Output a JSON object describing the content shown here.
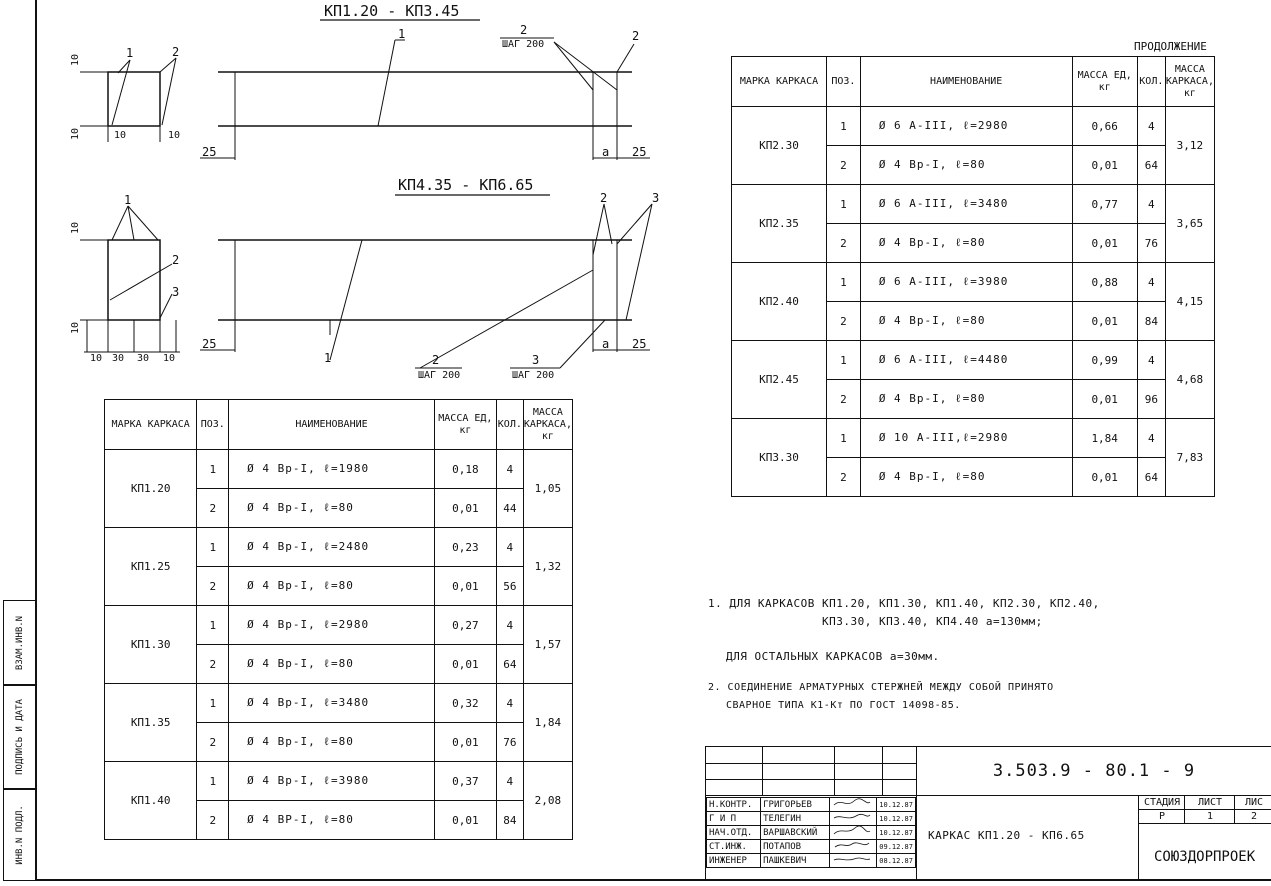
{
  "drawing": {
    "title_top": "КП1.20 - КП3.45",
    "title_mid": "КП4.35 - КП6.65",
    "pos_1": "1",
    "pos_2": "2",
    "pos_3": "3",
    "step_label": "ШАГ 200",
    "dim_10": "10",
    "dim_25": "25",
    "dim_30": "30",
    "dim_a": "a"
  },
  "table_left": {
    "headers": [
      "МАРКА КАРКАСА",
      "ПОЗ.",
      "НАИМЕНОВАНИЕ",
      "МАССА ЕД, кг",
      "КОЛ.",
      "МАССА КАРКАСА, кг"
    ],
    "groups": [
      {
        "mark": "КП1.20",
        "mass": "1,05",
        "rows": [
          {
            "pos": "1",
            "name": "Ø 4 Вр-I, ℓ=1980",
            "unit": "0,18",
            "qty": "4"
          },
          {
            "pos": "2",
            "name": "Ø 4 Вр-I, ℓ=80",
            "unit": "0,01",
            "qty": "44"
          }
        ]
      },
      {
        "mark": "КП1.25",
        "mass": "1,32",
        "rows": [
          {
            "pos": "1",
            "name": "Ø 4 Вр-I, ℓ=2480",
            "unit": "0,23",
            "qty": "4"
          },
          {
            "pos": "2",
            "name": "Ø 4 Вр-I, ℓ=80",
            "unit": "0,01",
            "qty": "56"
          }
        ]
      },
      {
        "mark": "КП1.30",
        "mass": "1,57",
        "rows": [
          {
            "pos": "1",
            "name": "Ø 4 Вр-I, ℓ=2980",
            "unit": "0,27",
            "qty": "4"
          },
          {
            "pos": "2",
            "name": "Ø 4 Вр-I, ℓ=80",
            "unit": "0,01",
            "qty": "64"
          }
        ]
      },
      {
        "mark": "КП1.35",
        "mass": "1,84",
        "rows": [
          {
            "pos": "1",
            "name": "Ø 4 Вр-I, ℓ=3480",
            "unit": "0,32",
            "qty": "4"
          },
          {
            "pos": "2",
            "name": "Ø 4 Вр-I, ℓ=80",
            "unit": "0,01",
            "qty": "76"
          }
        ]
      },
      {
        "mark": "КП1.40",
        "mass": "2,08",
        "rows": [
          {
            "pos": "1",
            "name": "Ø 4 Вр-I, ℓ=3980",
            "unit": "0,37",
            "qty": "4"
          },
          {
            "pos": "2",
            "name": "Ø 4 ВР-I, ℓ=80",
            "unit": "0,01",
            "qty": "84"
          }
        ]
      }
    ]
  },
  "table_right": {
    "continuation": "ПРОДОЛЖЕНИЕ",
    "headers": [
      "МАРКА КАРКАСА",
      "ПОЗ.",
      "НАИМЕНОВАНИЕ",
      "МАССА ЕД, кг",
      "КОЛ.",
      "МАССА КАРКАСА, кг"
    ],
    "groups": [
      {
        "mark": "КП2.30",
        "mass": "3,12",
        "rows": [
          {
            "pos": "1",
            "name": "Ø 6 А-III, ℓ=2980",
            "unit": "0,66",
            "qty": "4"
          },
          {
            "pos": "2",
            "name": "Ø 4 Вр-I, ℓ=80",
            "unit": "0,01",
            "qty": "64"
          }
        ]
      },
      {
        "mark": "КП2.35",
        "mass": "3,65",
        "rows": [
          {
            "pos": "1",
            "name": "Ø 6 А-III, ℓ=3480",
            "unit": "0,77",
            "qty": "4"
          },
          {
            "pos": "2",
            "name": "Ø 4 Вр-I, ℓ=80",
            "unit": "0,01",
            "qty": "76"
          }
        ]
      },
      {
        "mark": "КП2.40",
        "mass": "4,15",
        "rows": [
          {
            "pos": "1",
            "name": "Ø 6 А-III, ℓ=3980",
            "unit": "0,88",
            "qty": "4"
          },
          {
            "pos": "2",
            "name": "Ø 4 Вр-I, ℓ=80",
            "unit": "0,01",
            "qty": "84"
          }
        ]
      },
      {
        "mark": "КП2.45",
        "mass": "4,68",
        "rows": [
          {
            "pos": "1",
            "name": "Ø 6 А-III, ℓ=4480",
            "unit": "0,99",
            "qty": "4"
          },
          {
            "pos": "2",
            "name": "Ø 4 Вр-I, ℓ=80",
            "unit": "0,01",
            "qty": "96"
          }
        ]
      },
      {
        "mark": "КП3.30",
        "mass": "7,83",
        "rows": [
          {
            "pos": "1",
            "name": "Ø 10 А-III,ℓ=2980",
            "unit": "1,84",
            "qty": "4"
          },
          {
            "pos": "2",
            "name": "Ø 4 Вр-I, ℓ=80",
            "unit": "0,01",
            "qty": "64"
          }
        ]
      }
    ]
  },
  "notes": {
    "n1_line1": "1. ДЛЯ КАРКАСОВ КП1.20, КП1.30, КП1.40, КП2.30, КП2.40,",
    "n1_line2": "КП3.30, КП3.40, КП4.40 a=130мм;",
    "n1_line3": "ДЛЯ ОСТАЛЬНЫХ КАРКАСОВ a=30мм.",
    "n2_line1": "2. СОЕДИНЕНИЕ АРМАТУРНЫХ СТЕРЖНЕЙ МЕЖДУ СОБОЙ ПРИНЯТО",
    "n2_line2": "СВАРНОЕ ТИПА К1-Кт ПО ГОСТ 14098-85."
  },
  "title_block": {
    "doc_code": "3.503.9 - 80.1 - 9",
    "title": "КАРКАС КП1.20 - КП6.65",
    "org": "СОЮЗДОРПРОЕК",
    "stage_label": "СТАДИЯ",
    "sheet_label": "ЛИСТ",
    "sheets_label": "ЛИС",
    "stage": "Р",
    "sheet": "1",
    "sheets": "2",
    "people": [
      {
        "role": "Н.КОНТР.",
        "name": "ГРИГОРЬЕВ",
        "date": "10.12.87"
      },
      {
        "role": "Г И П",
        "name": "ТЕЛЕГИН",
        "date": "10.12.87"
      },
      {
        "role": "НАЧ.ОТД.",
        "name": "ВАРШАВСКИЙ",
        "date": "10.12.87"
      },
      {
        "role": "СТ.ИНЖ.",
        "name": "ПОТАПОВ",
        "date": "09.12.87"
      },
      {
        "role": "ИНЖЕНЕР",
        "name": "ПАШКЕВИЧ",
        "date": "08.12.87"
      }
    ]
  },
  "side_stamp": {
    "c1": "ВЗАМ.ИНВ.N",
    "c2": "ПОДПИСЬ И ДАТА",
    "c3": "ИНВ.N ПОДЛ."
  }
}
